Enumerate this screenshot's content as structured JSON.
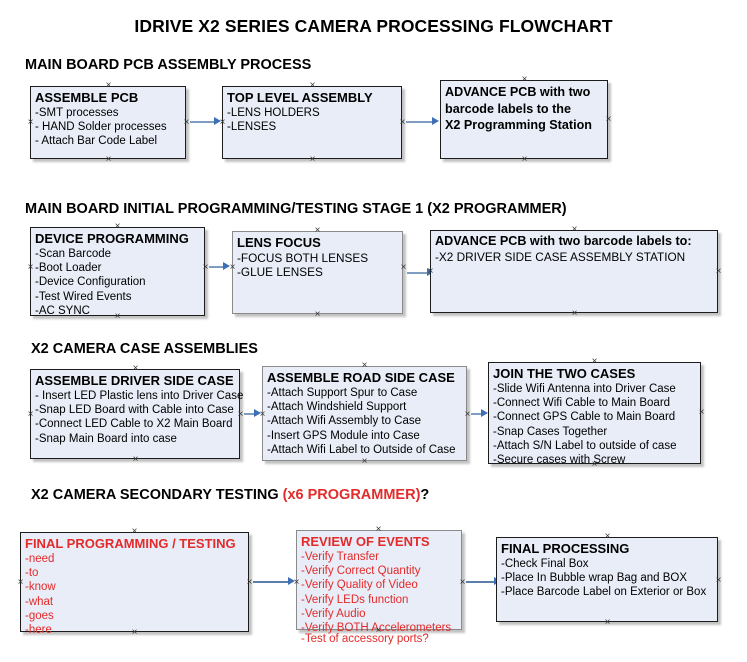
{
  "document": {
    "title": "IDRIVE X2  SERIES CAMERA PROCESSING FLOWCHART"
  },
  "colors": {
    "box_fill": "#e8edf7",
    "box_border": "#1c1c1c",
    "accent_red": "#e32b2b",
    "connector_blue": "#7f9dc0",
    "arrow_blue": "#3d6fb5",
    "text_black": "#000000"
  },
  "sections": [
    {
      "id": "main-board-pcb-assembly",
      "heading": "MAIN BOARD PCB ASSEMBLY PROCESS",
      "heading_red_suffix": "",
      "nodes": [
        {
          "id": "assemble-pcb",
          "title": "ASSEMBLE PCB",
          "lines": [
            "-SMT processes",
            "- HAND Solder processes",
            "- Attach Bar Code Label"
          ]
        },
        {
          "id": "top-level-assembly",
          "title": "TOP LEVEL ASSEMBLY",
          "lines": [
            "-LENS HOLDERS",
            "-LENSES"
          ]
        },
        {
          "id": "advance-pcb-programming-station",
          "title": "ADVANCE PCB with two",
          "lines": [
            "barcode labels to the",
            " X2 Programming Station"
          ]
        }
      ]
    },
    {
      "id": "main-board-initial-programming",
      "heading": "MAIN BOARD INITIAL PROGRAMMING/TESTING STAGE 1 (X2 PROGRAMMER)",
      "heading_red_suffix": "",
      "nodes": [
        {
          "id": "device-programming",
          "title": "DEVICE PROGRAMMING",
          "lines": [
            "-Scan Barcode",
            "-Boot Loader",
            "-Device Configuration",
            "-Test Wired Events",
            "-AC SYNC"
          ]
        },
        {
          "id": "lens-focus",
          "title": "LENS FOCUS",
          "lines": [
            "-FOCUS BOTH LENSES",
            "-GLUE LENSES"
          ]
        },
        {
          "id": "advance-pcb-driver-side-case",
          "title": "ADVANCE PCB with two barcode labels to:",
          "lines": [
            "-X2 DRIVER  SIDE  CASE  ASSEMBLY STATION"
          ]
        }
      ]
    },
    {
      "id": "x2-camera-case-assemblies",
      "heading": "X2 CAMERA CASE ASSEMBLIES",
      "heading_red_suffix": "",
      "nodes": [
        {
          "id": "assemble-driver-side-case",
          "title": "ASSEMBLE DRIVER SIDE CASE",
          "lines": [
            "- Insert LED Plastic lens into Driver Case",
            "-Snap LED Board with Cable into Case",
            "-Connect LED Cable to X2 Main Board",
            "-Snap Main Board into case"
          ]
        },
        {
          "id": "assemble-road-side-case",
          "title": "ASSEMBLE ROAD SIDE CASE",
          "lines": [
            "-Attach Support Spur to Case",
            "-Attach Windshield Support",
            "-Attach Wifi Assembly to Case",
            "-Insert GPS Module into Case",
            "-Attach Wifi Label to Outside of Case"
          ]
        },
        {
          "id": "join-the-two-cases",
          "title": "JOIN THE TWO CASES",
          "lines": [
            "-Slide Wifi Antenna into Driver Case",
            "-Connect Wifi Cable to Main Board",
            "-Connect GPS Cable to Main Board",
            "-Snap Cases Together",
            "-Attach S/N Label to outside of case",
            "-Secure cases with Screw"
          ]
        }
      ]
    },
    {
      "id": "x2-camera-secondary-testing",
      "heading": "X2 CAMERA SECONDARY TESTING ",
      "heading_red_suffix": "(x6 PROGRAMMER)",
      "heading_tail": "?",
      "nodes": [
        {
          "id": "final-programming-testing",
          "title": "FINAL PROGRAMMING / TESTING",
          "lines": [
            "-need",
            "-to",
            "-know",
            "-what",
            "-goes",
            "-here"
          ]
        },
        {
          "id": "review-of-events",
          "title": "REVIEW OF EVENTS",
          "lines": [
            "-Verify Transfer",
            "-Verify Correct Quantity",
            "-Verify Quality of Video",
            "-Verify LEDs function",
            "-Verify Audio",
            "-Verify BOTH Accelerometers"
          ],
          "overflow_line": "-Test of accessory ports?"
        },
        {
          "id": "final-processing",
          "title": "FINAL PROCESSING",
          "lines": [
            " -Check Final Box",
            "-Place In Bubble wrap Bag and BOX",
            "-Place Barcode Label on Exterior or Box"
          ]
        }
      ]
    }
  ]
}
